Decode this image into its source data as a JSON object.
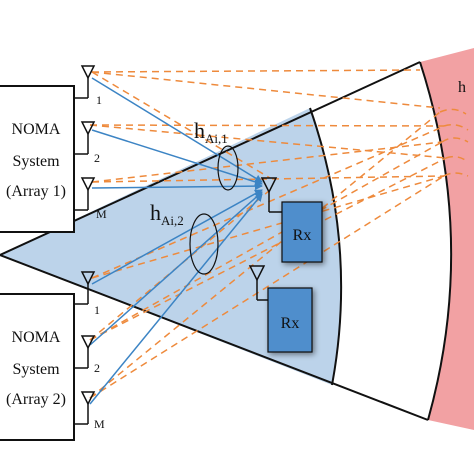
{
  "colors": {
    "beam_fill": "#bcd3ea",
    "red_region": "#f2a1a3",
    "dashed_link": "#ee8a3c",
    "ray": "#3c84c4",
    "rx_box": "#4f8ecc"
  },
  "systems": [
    {
      "line1": "NOMA",
      "line2": "System",
      "line3": "(Array 1)",
      "ant_labels": [
        "1",
        "2",
        "M"
      ]
    },
    {
      "line1": "NOMA",
      "line2": "System",
      "line3": "(Array 2)",
      "ant_labels": [
        "1",
        "2",
        "M"
      ]
    }
  ],
  "channels": [
    {
      "base": "h",
      "sub": "Ai,1"
    },
    {
      "base": "h",
      "sub": "Ai,2"
    }
  ],
  "receivers": [
    {
      "label": "Rx"
    },
    {
      "label": "Rx"
    }
  ],
  "red_region_label": "h"
}
